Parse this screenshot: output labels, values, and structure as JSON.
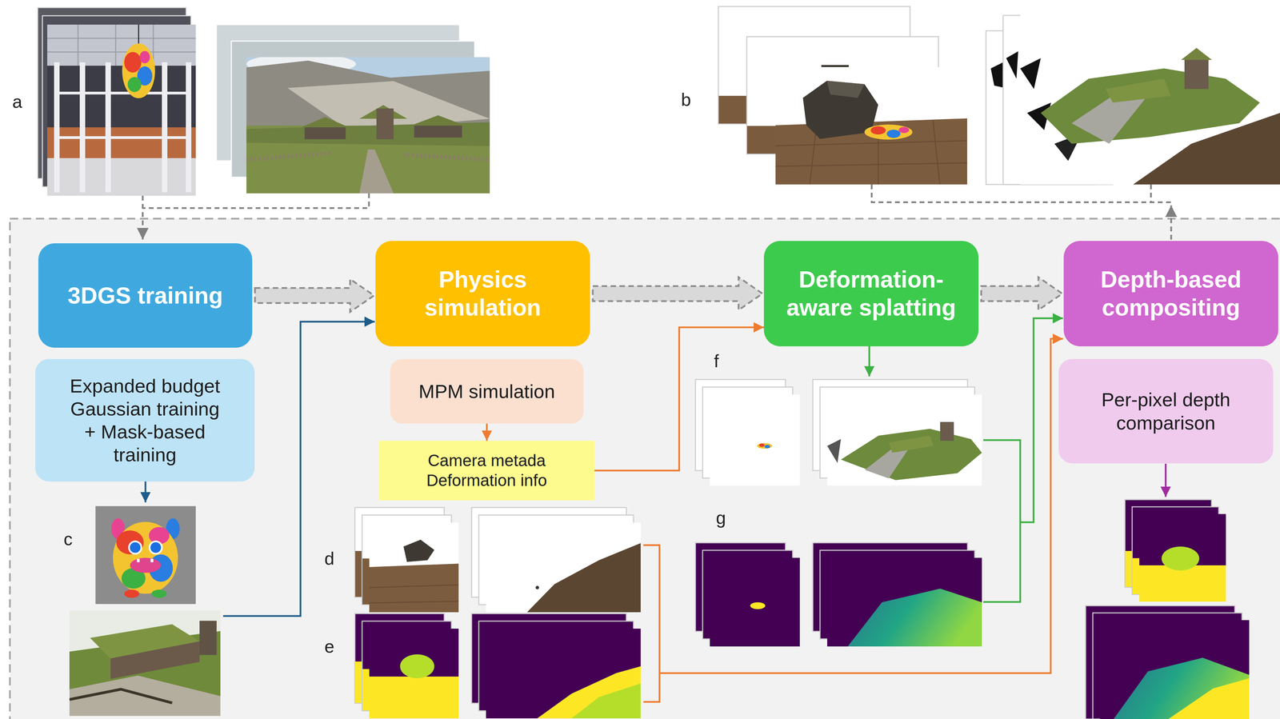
{
  "diagram": {
    "nodes": [
      {
        "text": [
          "3DGS training"
        ]
      },
      {
        "text": [
          "Expanded budget Gaussian training + Mask-based training"
        ]
      },
      {
        "text": [
          "Physics simulation"
        ]
      },
      {
        "text": [
          "MPM simulation"
        ]
      },
      {
        "text": [
          "Camera metada Deformation info"
        ]
      },
      {
        "text": [
          "Deformation-aware splatting"
        ]
      },
      {
        "text": [
          "Depth-based compositing"
        ]
      },
      {
        "text": [
          "Per-pixel depth comparison"
        ]
      }
    ],
    "edges": [
      {
        "from": 0,
        "to": 2,
        "arrow": "to"
      },
      {
        "from": 2,
        "to": 5,
        "arrow": "to"
      },
      {
        "from": 5,
        "to": 6,
        "arrow": "to"
      },
      {
        "from": 3,
        "to": 4,
        "arrow": "to"
      },
      {
        "from": 4,
        "to": 5,
        "arrow": "to"
      }
    ],
    "labels": [
      "a",
      "b",
      "c",
      "d",
      "e",
      "f",
      "g"
    ]
  }
}
